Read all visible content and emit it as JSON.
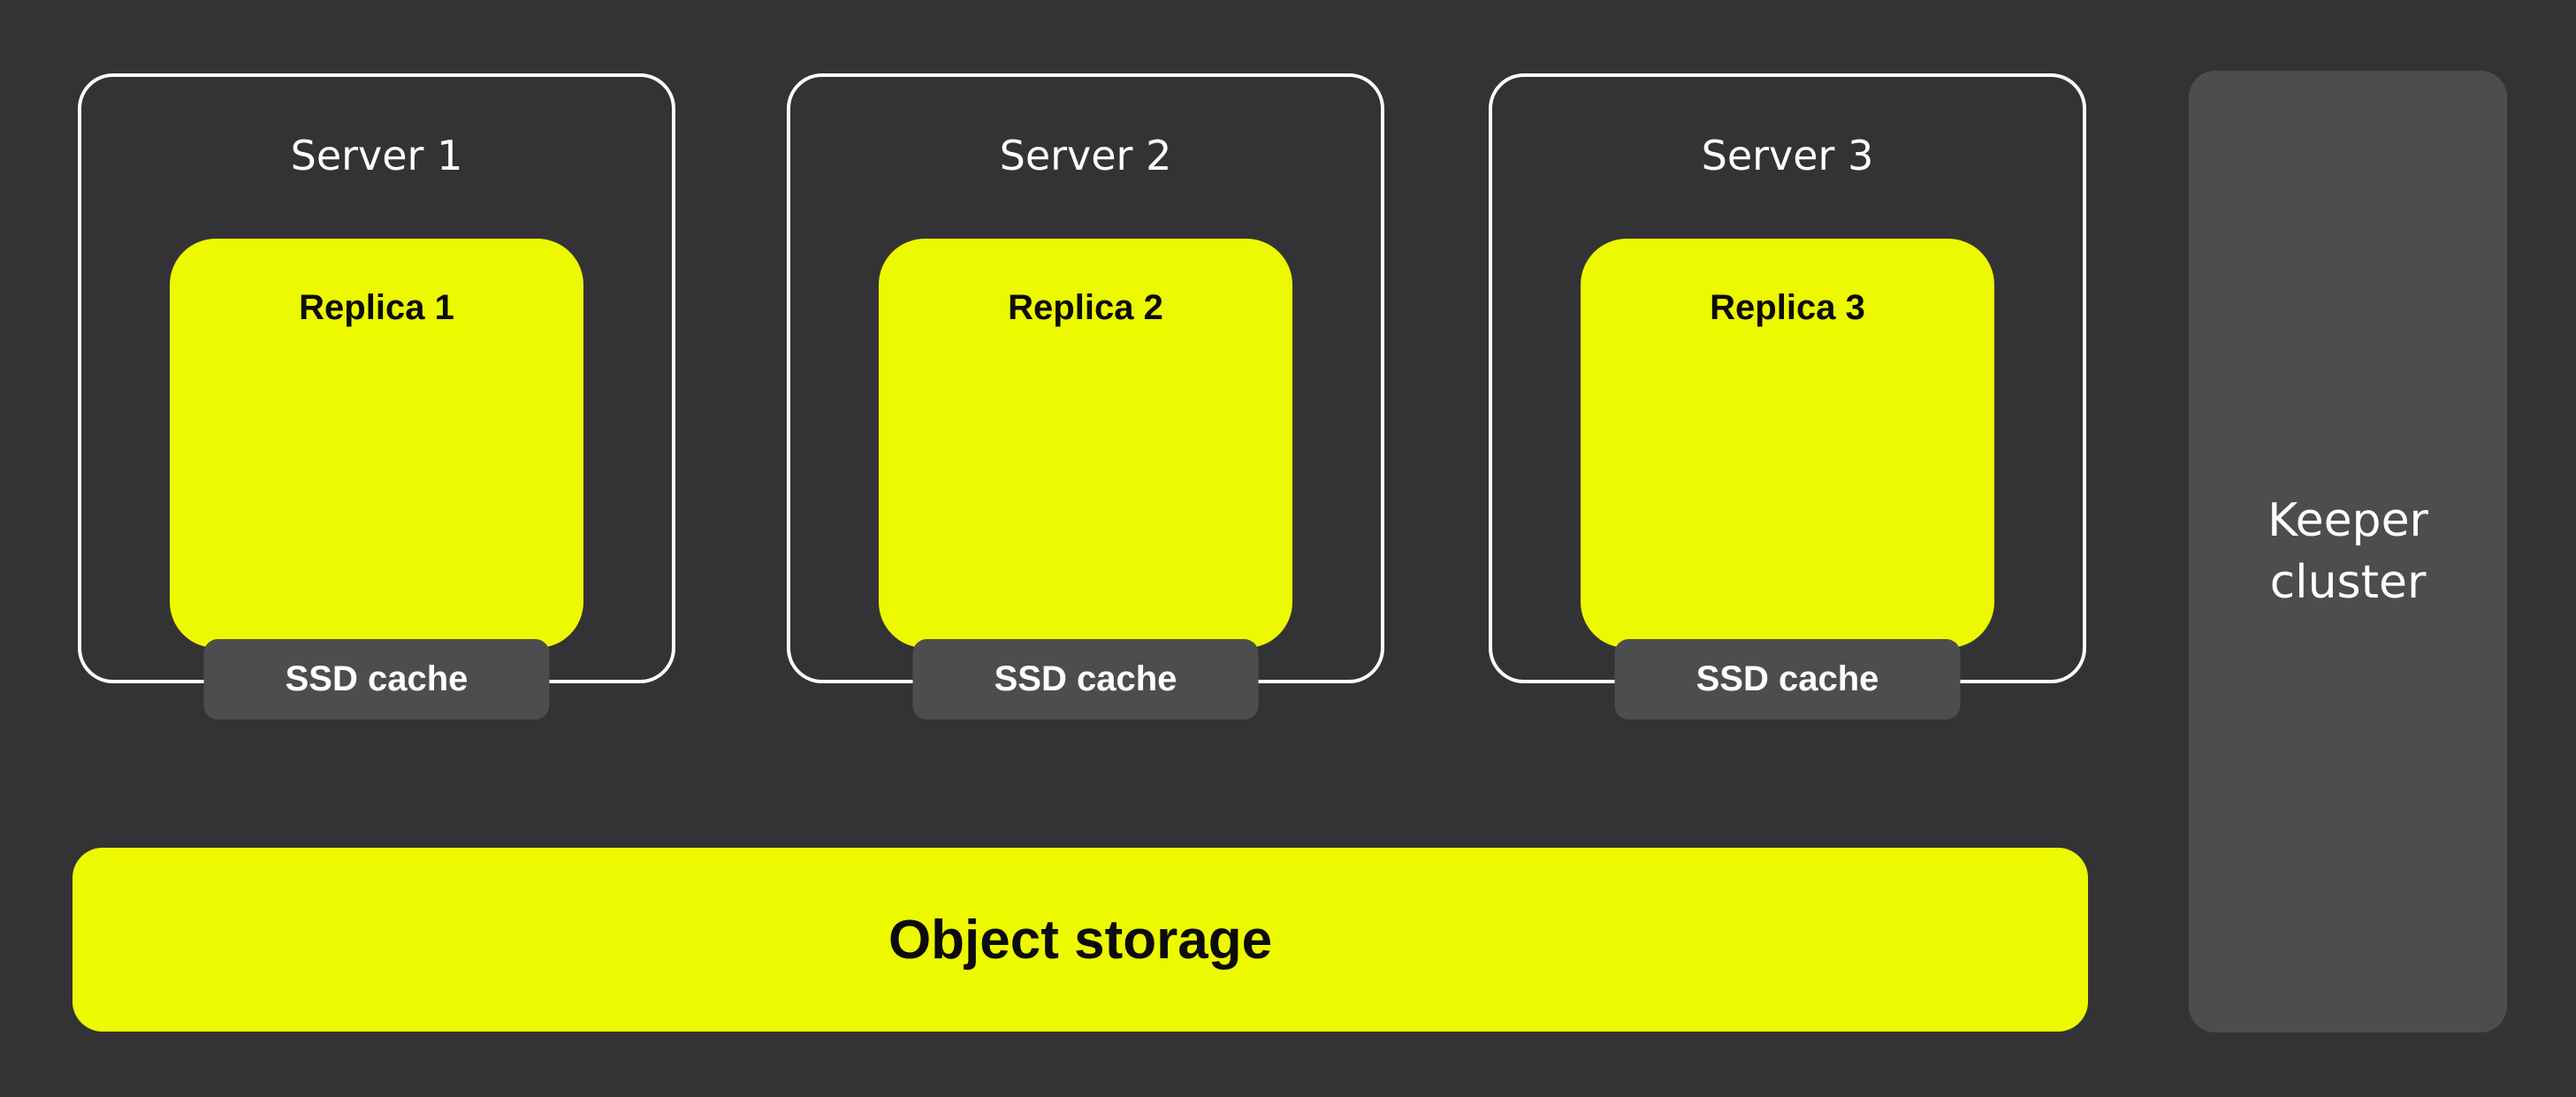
{
  "diagram": {
    "servers": [
      {
        "label": "Server 1",
        "replica_label": "Replica 1",
        "cache_label": "SSD cache"
      },
      {
        "label": "Server 2",
        "replica_label": "Replica 2",
        "cache_label": "SSD cache"
      },
      {
        "label": "Server 3",
        "replica_label": "Replica 3",
        "cache_label": "SSD cache"
      }
    ],
    "keeper": {
      "label": "Keeper cluster"
    },
    "object_storage": {
      "label": "Object storage"
    }
  },
  "colors": {
    "background": "#333335",
    "accent_yellow": "#EDF900",
    "panel_grey": "#4D4D50",
    "outline_white": "#FFFFFF",
    "text_white": "#FFFFFF",
    "text_black": "#0B0B0B"
  }
}
